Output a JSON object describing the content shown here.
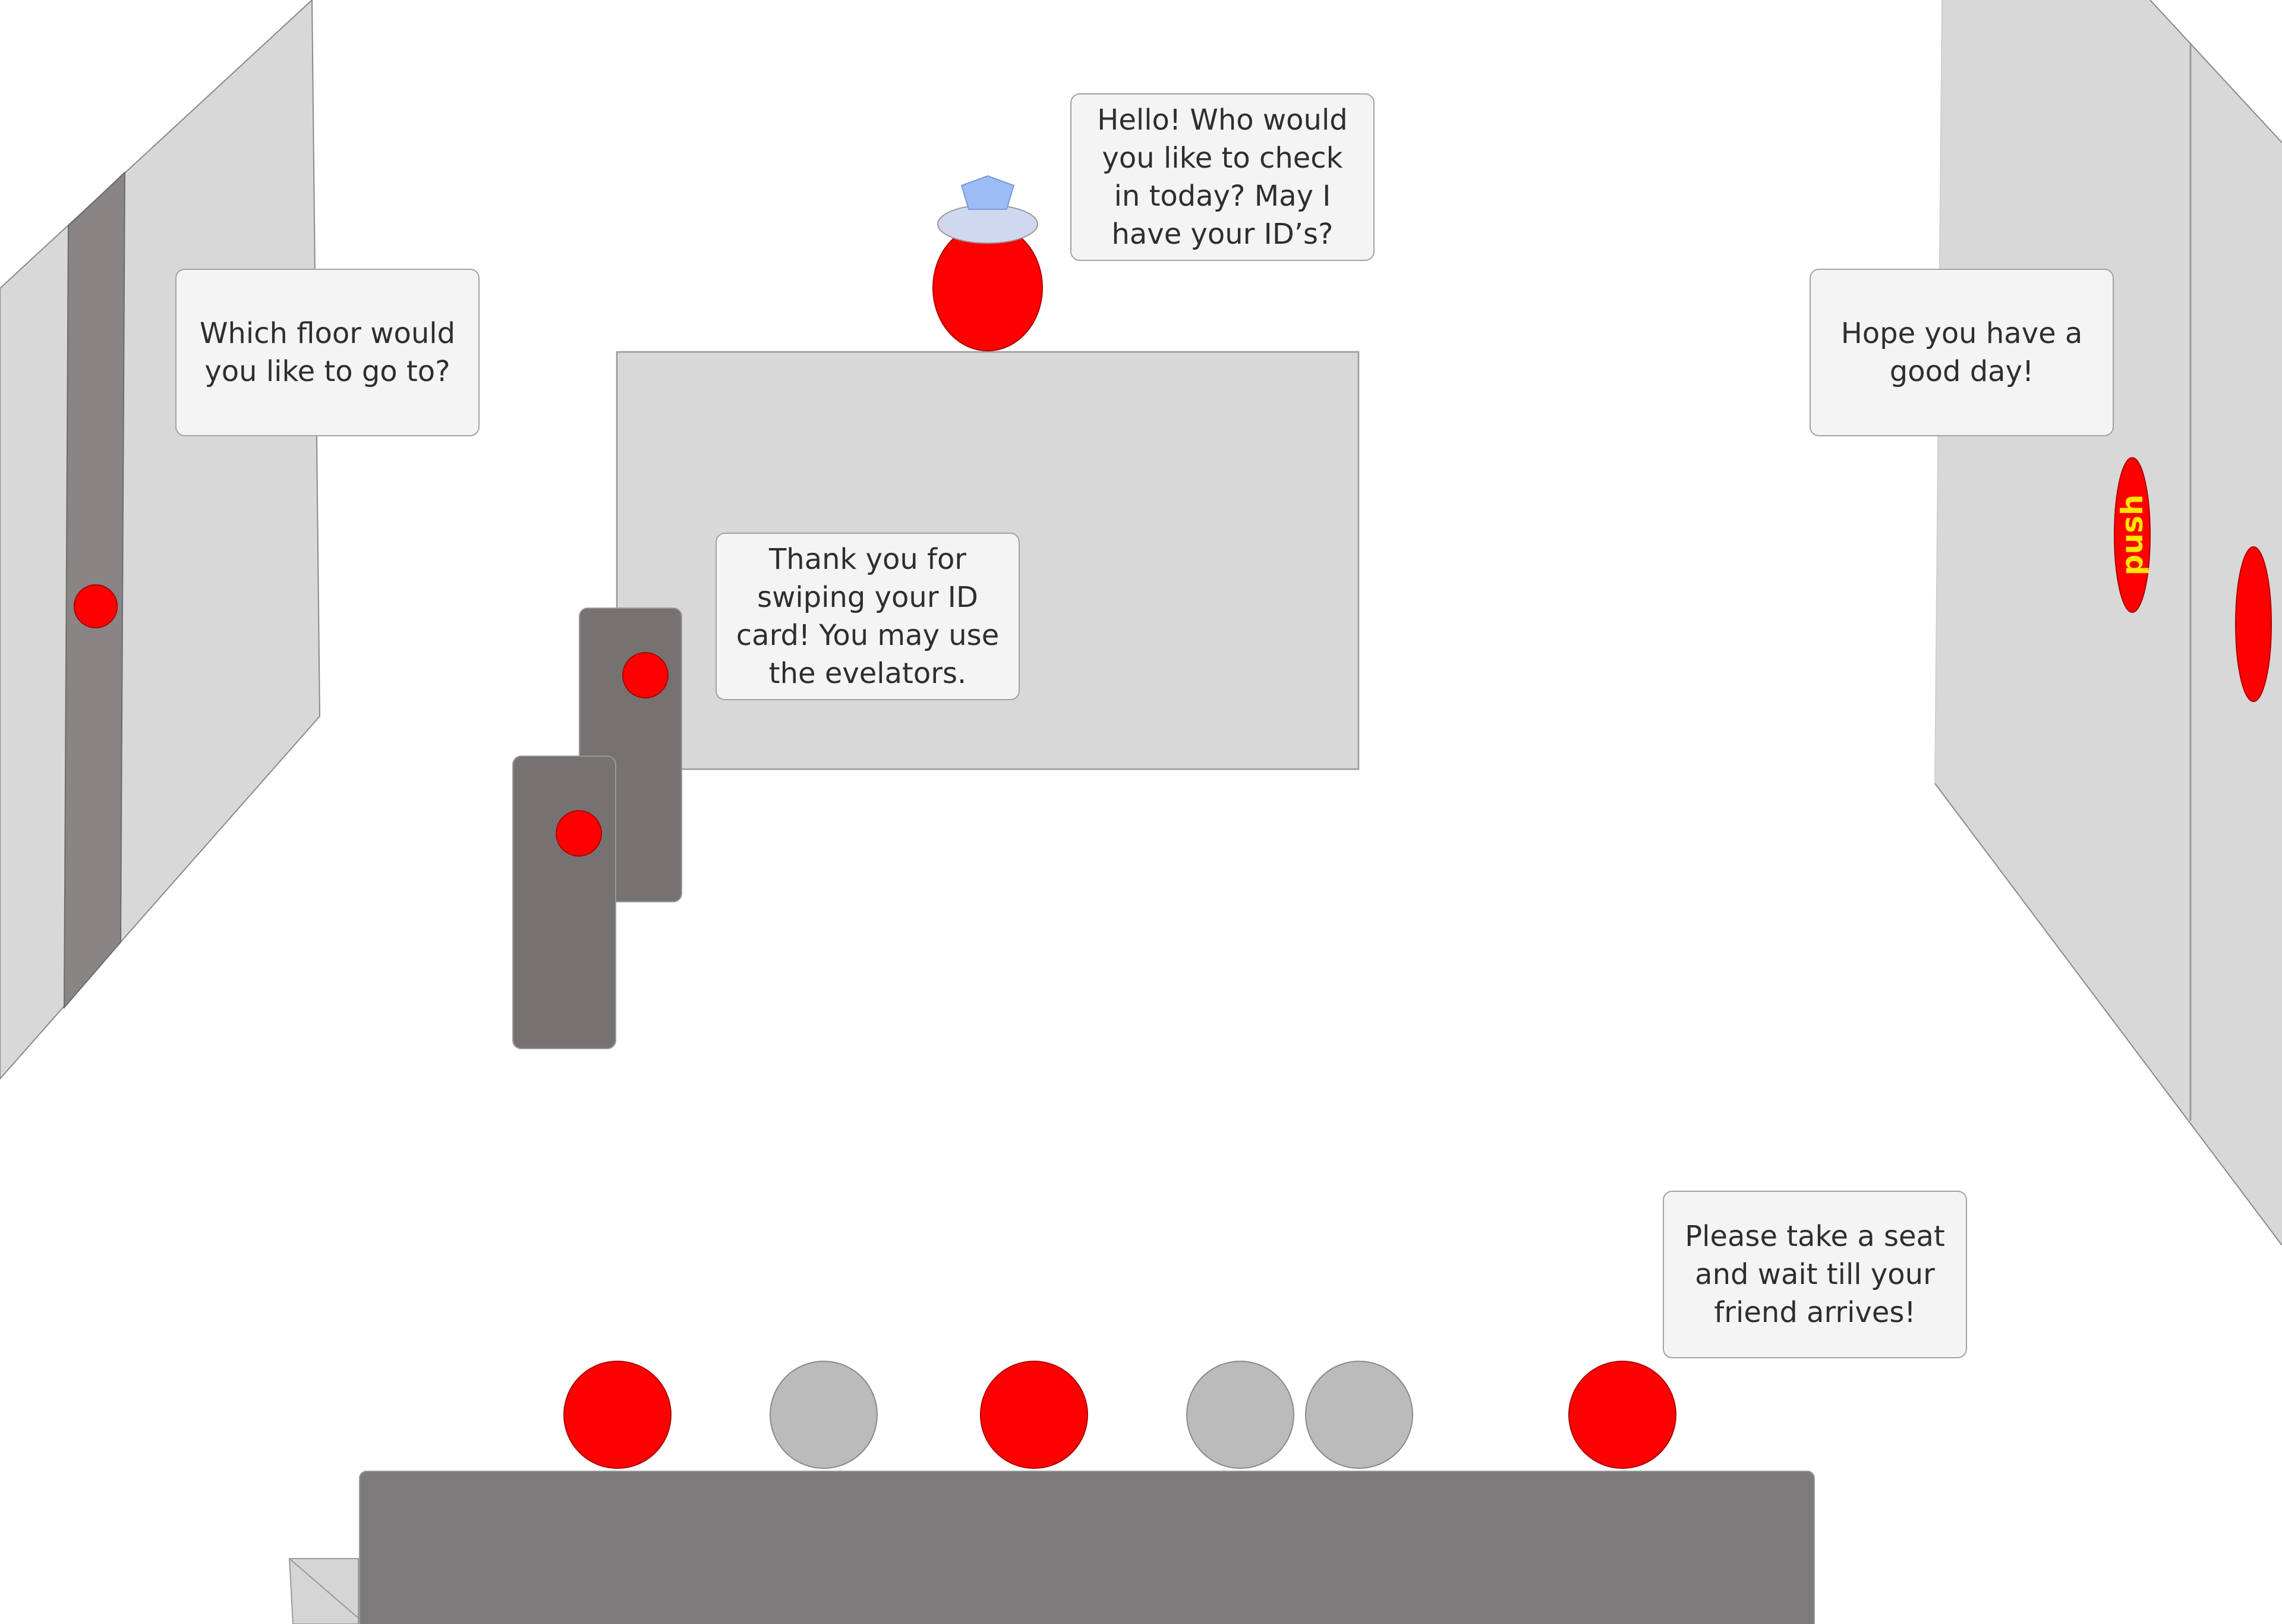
{
  "bubbles": {
    "receptionist": "Hello! Who would you like to check in today? May I have your ID’s?",
    "elevator": "Which floor would you like to go to?",
    "exit": "Hope you have a good day!",
    "turnstile": "Thank you for swiping your ID card! You may use the evelators.",
    "waiting": "Please take a seat and wait till your friend arrives!"
  },
  "labels": {
    "push_button": "push"
  },
  "colors": {
    "person": "#ff0000",
    "empty_seat": "#bbbbbb",
    "wall": "#d8d8d8",
    "furniture": "#7a7777",
    "bubble_bg": "#f4f4f4",
    "guard_hat": "#d0d8f0",
    "guard_badge": "#9bbcf5",
    "push_text": "#ffe600"
  }
}
